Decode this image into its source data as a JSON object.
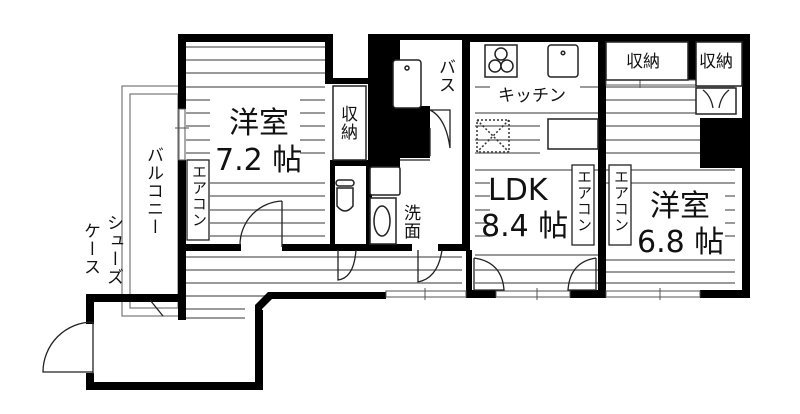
{
  "plan": {
    "type": "apartment floor plan",
    "layout": "1LDK + Western room",
    "colors": {
      "wall": "#000000",
      "floor_line": "#9a9a9a",
      "background": "#ffffff"
    }
  },
  "rooms": {
    "western_room_1": {
      "name": "洋室",
      "size": "7.2 帖"
    },
    "western_room_2": {
      "name": "洋室",
      "size": "6.8 帖"
    },
    "ldk": {
      "name": "LDK",
      "size": "8.4 帖"
    },
    "kitchen": {
      "name": "キッチン"
    },
    "bath": {
      "name": "バス"
    },
    "washroom": {
      "name": "洗面"
    },
    "balcony": {
      "name": "バルコニー"
    },
    "shoe_case": {
      "line1": "シューズ",
      "line2": "ケース"
    }
  },
  "storage": {
    "closet_left": "収納",
    "closet_top_1": "収納",
    "closet_top_2": "収納"
  },
  "aircon": {
    "label": "エアコン",
    "count": 3
  }
}
